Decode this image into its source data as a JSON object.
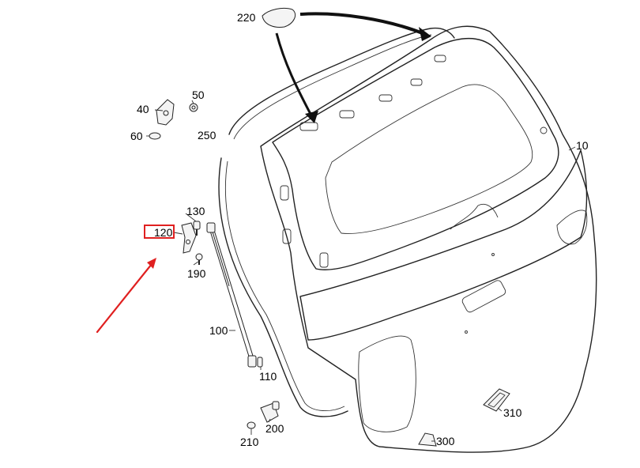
{
  "colors": {
    "line": "#222222",
    "highlight": "#e02020"
  },
  "diagram": {
    "callouts": [
      {
        "id": "10",
        "label": "10"
      },
      {
        "id": "40",
        "label": "40"
      },
      {
        "id": "50",
        "label": "50"
      },
      {
        "id": "60",
        "label": "60"
      },
      {
        "id": "100",
        "label": "100"
      },
      {
        "id": "110",
        "label": "110"
      },
      {
        "id": "120",
        "label": "120"
      },
      {
        "id": "130",
        "label": "130"
      },
      {
        "id": "190",
        "label": "190"
      },
      {
        "id": "200",
        "label": "200"
      },
      {
        "id": "210",
        "label": "210"
      },
      {
        "id": "220",
        "label": "220"
      },
      {
        "id": "250",
        "label": "250"
      },
      {
        "id": "300",
        "label": "300"
      },
      {
        "id": "310",
        "label": "310"
      }
    ],
    "highlighted_callout": "120"
  }
}
